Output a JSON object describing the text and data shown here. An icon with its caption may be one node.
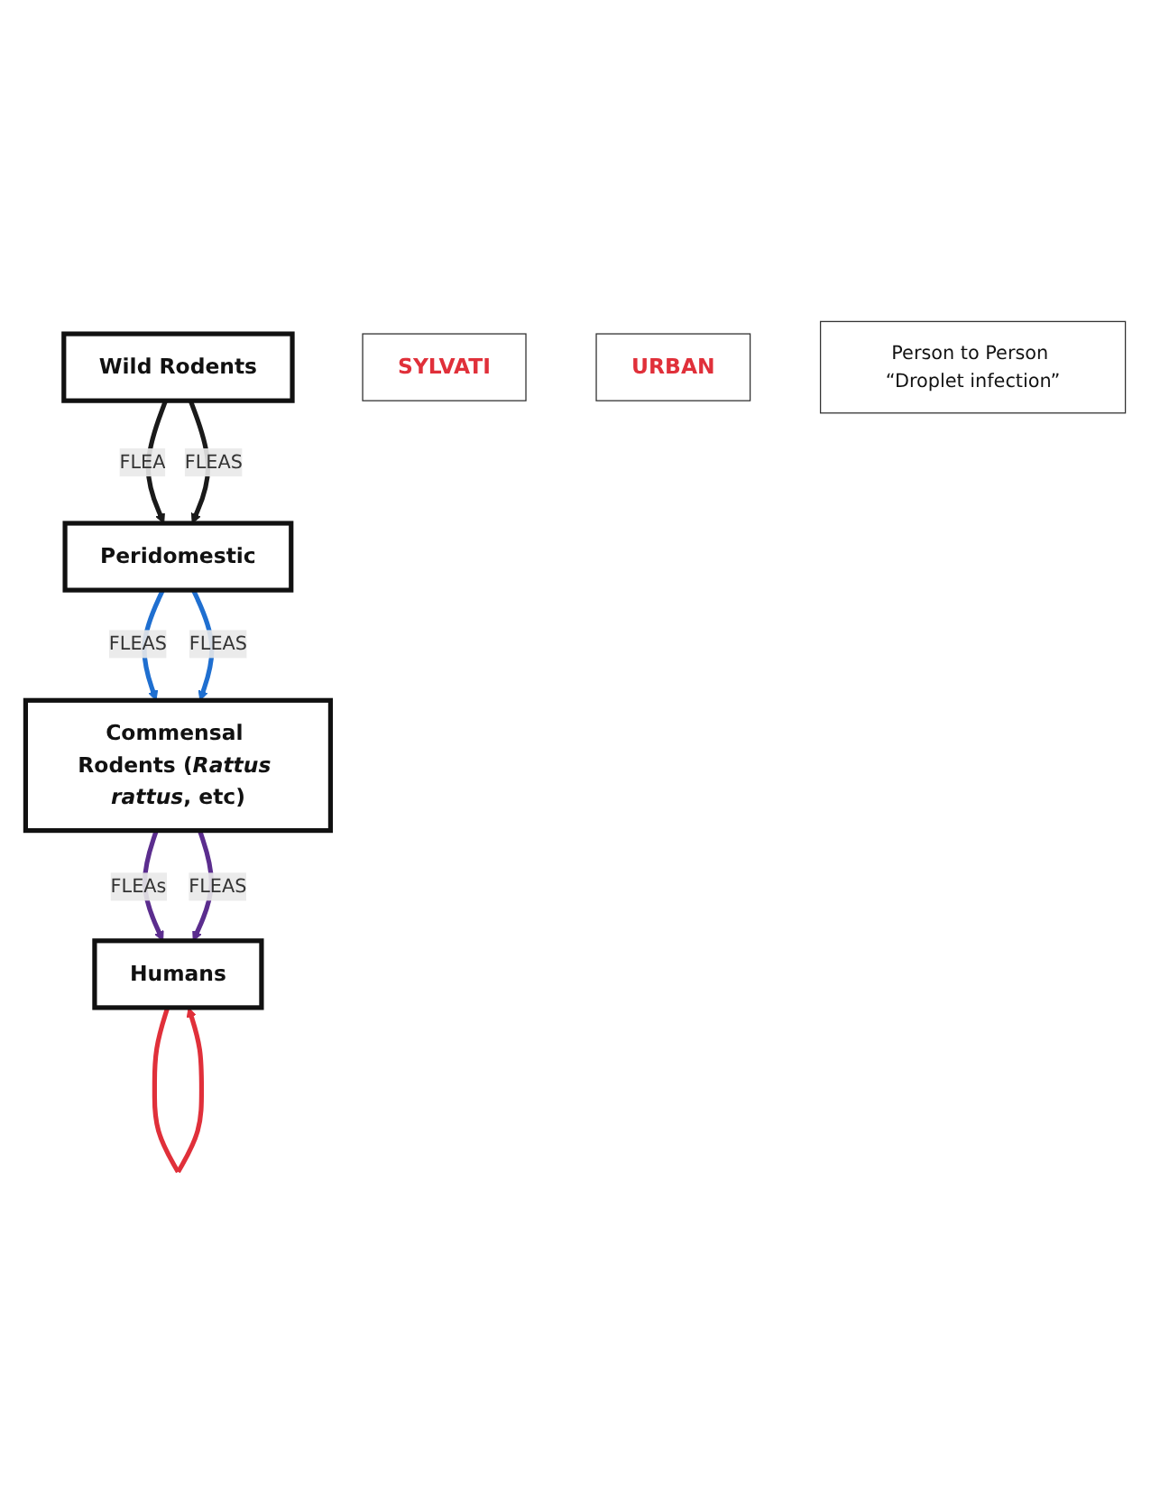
{
  "diagram": {
    "nodes": [
      {
        "text": [
          "Wild Rodents"
        ]
      },
      {
        "text": [
          "SYLVATI"
        ]
      },
      {
        "text": [
          "Peridomestic"
        ]
      },
      {
        "text": [
          "Commensal Rodents (*Rattus rattus*, etc)"
        ]
      },
      {
        "text": [
          "URBAN"
        ]
      },
      {
        "text": [
          "Humans"
        ]
      },
      {
        "text": [
          "Person to Person “Droplet infection”"
        ]
      }
    ],
    "edges": [
      {
        "from": 0,
        "to": 2,
        "arrow": "to",
        "label": "FLEA",
        "color": "#1a1a1a"
      },
      {
        "from": 0,
        "to": 2,
        "arrow": "to",
        "label": "FLEAS",
        "color": "#1a1a1a"
      },
      {
        "from": 2,
        "to": 3,
        "arrow": "to",
        "label": "FLEAS",
        "color": "#1f6fd0"
      },
      {
        "from": 2,
        "to": 3,
        "arrow": "to",
        "label": "FLEAS",
        "color": "#1f6fd0"
      },
      {
        "from": 3,
        "to": 5,
        "arrow": "to",
        "label": "FLEAs",
        "color": "#5b2d8e"
      },
      {
        "from": 3,
        "to": 5,
        "arrow": "to",
        "label": "FLEAS",
        "color": "#5b2d8e"
      },
      {
        "from": 5,
        "to": 5,
        "arrow": "to",
        "color": "#e0303a"
      }
    ]
  }
}
